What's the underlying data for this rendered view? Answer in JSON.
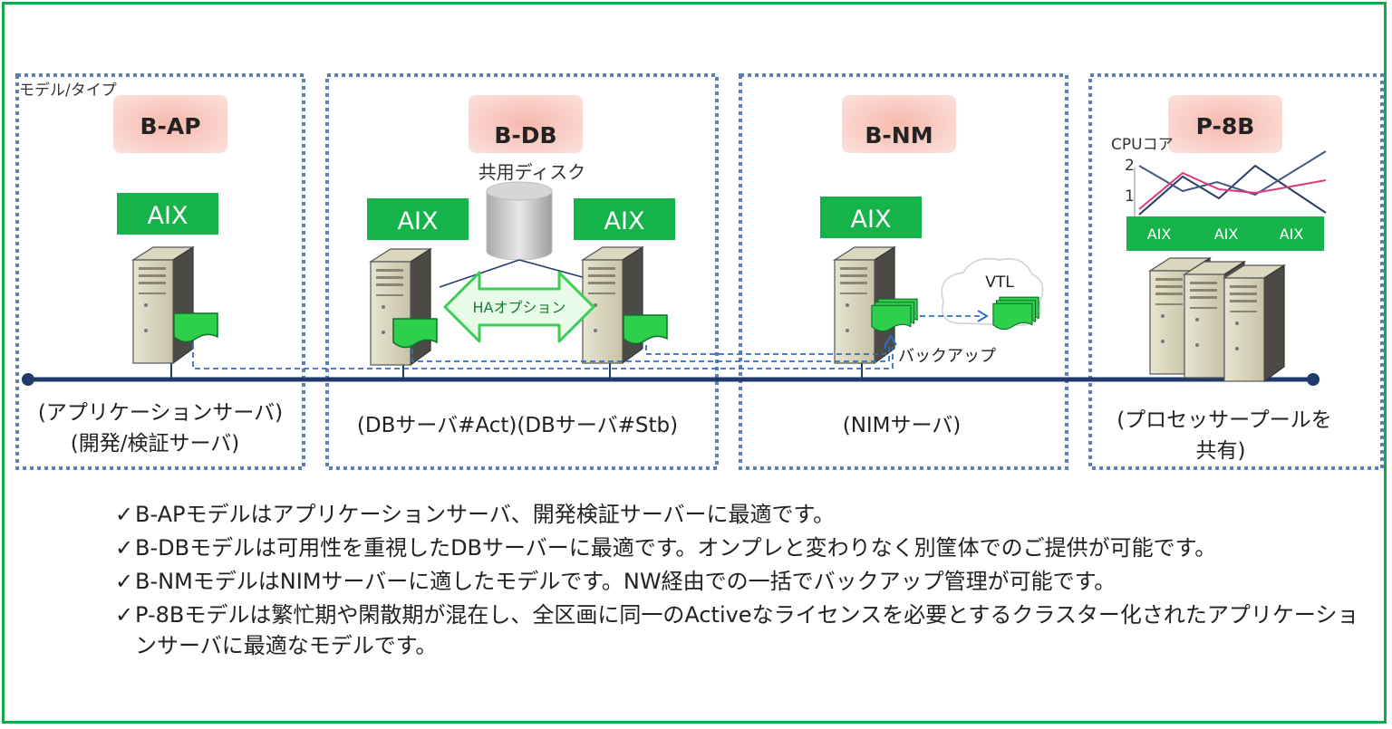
{
  "model_type_label": "モデル/タイプ",
  "models": [
    {
      "tag": "B-AP",
      "caption_line1": "(アプリケーションサーバ)",
      "caption_line2": "(開発/検証サーバ)"
    },
    {
      "tag": "B-DB",
      "caption_line1": "(DBサーバ#Act)(DBサーバ#Stb)",
      "caption_line2": ""
    },
    {
      "tag": "B-NM",
      "caption_line1": "(NIMサーバ)",
      "caption_line2": ""
    },
    {
      "tag": "P-8B",
      "caption_line1": "(プロセッサープールを",
      "caption_line2": "共有)"
    }
  ],
  "aix_label": "AIX",
  "shared_disk_label": "共用ディスク",
  "ha_option_label": "HAオプション",
  "vtl_label": "VTL",
  "backup_label": "バックアップ",
  "cpu_core_label": "CPUコア",
  "cpu_ticks": [
    "2",
    "1"
  ],
  "checkmark": "✓",
  "bullets": [
    "B-APモデルはアプリケーションサーバ、開発検証サーバーに最適です。",
    "B-DBモデルは可用性を重視したDBサーバーに最適です。オンプレと変わりなく別筐体でのご提供が可能です。",
    "B-NMモデルはNIMサーバーに適したモデルです。NW経由での一括でバックアップ管理が可能です。",
    "P-8Bモデルは繁忙期や閑散期が混在し、全区画に同一のActiveなライセンスを必要とするクラスター化されたアプリケーションサーバに最適なモデルです。"
  ],
  "colors": {
    "frame": "#12a84b",
    "aix_green": "#16b34a",
    "tag_pink": "#f7b8ad",
    "network": "#1f3a6b",
    "dotted_border": "#5b7fb6",
    "ha_green": "#3ccd55",
    "pink_line": "#e0397a"
  }
}
